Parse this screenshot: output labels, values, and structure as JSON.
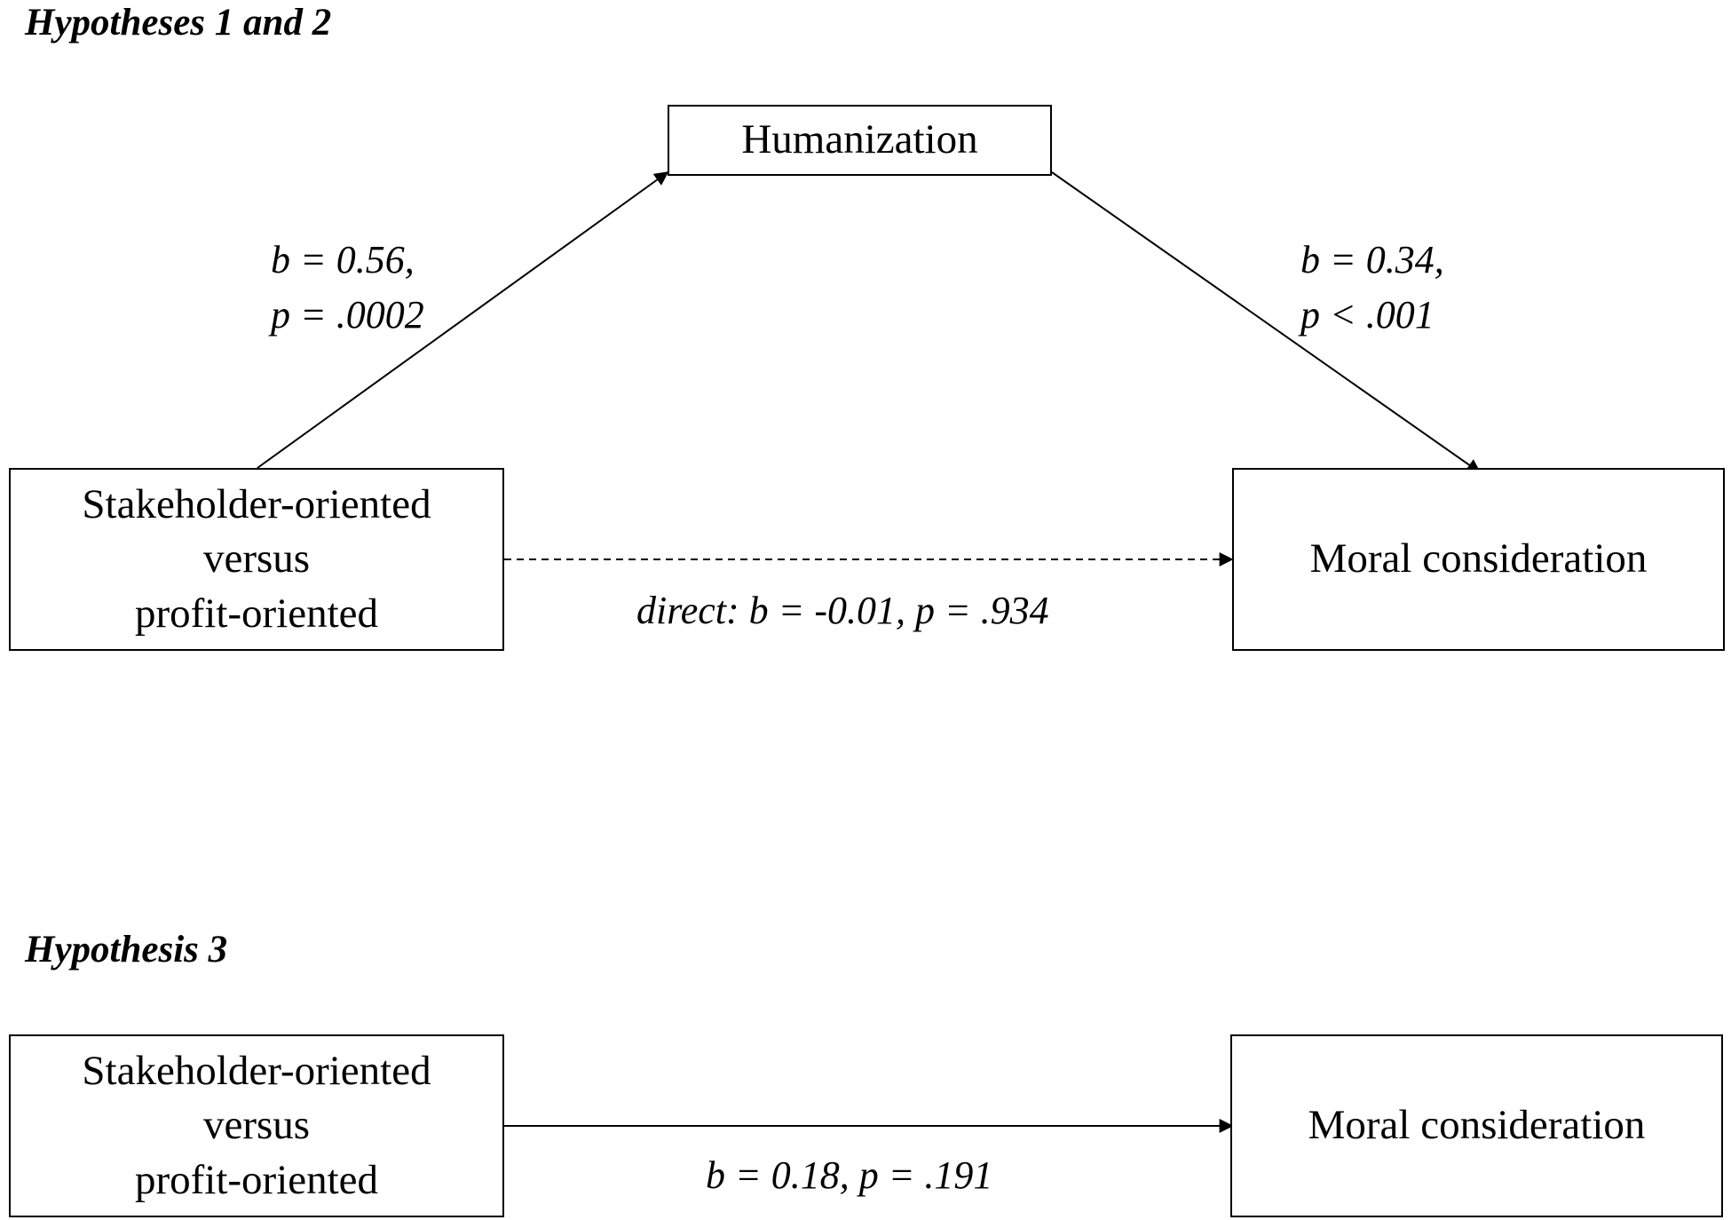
{
  "panel1": {
    "heading": "Hypotheses 1 and 2",
    "mediator": "Humanization",
    "predictor": {
      "line1": "Stakeholder-oriented",
      "line2": "versus",
      "line3": "profit-oriented"
    },
    "outcome": "Moral consideration",
    "path_a": {
      "line1": "b = 0.56,",
      "line2": "p = .0002"
    },
    "path_b": {
      "line1": "b = 0.34,",
      "line2": "p < .001"
    },
    "direct": "direct: b = -0.01, p = .934"
  },
  "panel2": {
    "heading": "Hypothesis 3",
    "predictor": {
      "line1": "Stakeholder-oriented",
      "line2": "versus",
      "line3": "profit-oriented"
    },
    "outcome": "Moral consideration",
    "path_total": "b = 0.18, p = .191"
  }
}
